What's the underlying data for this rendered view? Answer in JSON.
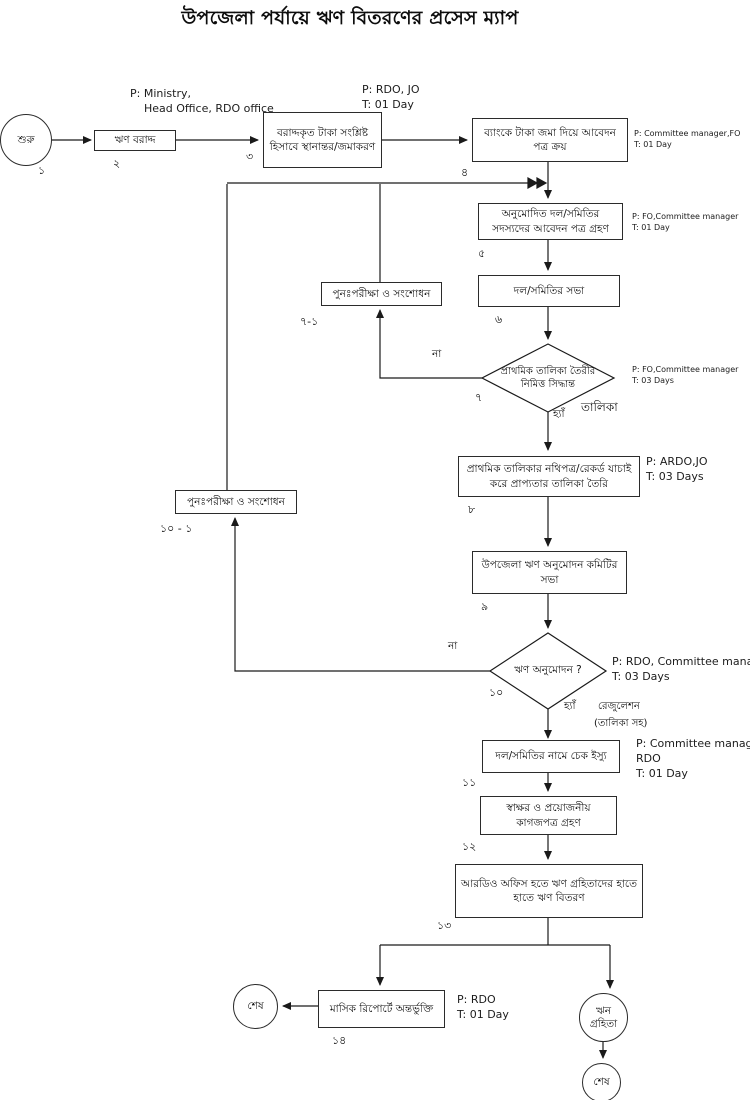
{
  "title": "উপজেলা পর্যায়ে ঋণ বিতরণের প্রসেস ম্যাপ",
  "nodes": {
    "start": {
      "text": "শুরু",
      "num": "১"
    },
    "allocation": {
      "text": "ঋণ বরাদ্দ",
      "num": "২"
    },
    "transfer": {
      "text": "বরাদ্দকৃত টাকা সংশ্লিষ্ট হিসাবে স্থানান্তর/জমাকরণ",
      "num": "৩"
    },
    "purchase": {
      "text": "ব্যাংকে টাকা জমা দিয়ে আবেদন পত্র ক্রয়",
      "num": "৪"
    },
    "receive_apps": {
      "text": "অনুমোদিত দল/সমিতির সদস্যদের আবেদন পত্র গ্রহণ",
      "num": "৫"
    },
    "group_meeting": {
      "text": "দল/সমিতির সভা",
      "num": "৬"
    },
    "decision_list": {
      "text": "প্রাথমিক তালিকা তৈরীর নিমিত্ত সিদ্ধান্ত",
      "num": "৭"
    },
    "recheck_top": {
      "text": "পুনঃপরীক্ষা ও সংশোধন",
      "num": "৭-১"
    },
    "verify": {
      "text": "প্রাথমিক তালিকার নথিপত্র/রেকর্ড যাচাই করে প্রাপ্যতার তালিকা তৈরি",
      "num": "৮"
    },
    "committee_meeting": {
      "text": "উপজেলা ঋণ অনুমোদন কমিটির সভা",
      "num": "৯"
    },
    "decision_approve": {
      "text": "ঋণ অনুমোদন ?",
      "num": "১০"
    },
    "recheck_mid": {
      "text": "পুনঃপরীক্ষা ও সংশোধন",
      "num": "১০ - ১"
    },
    "cheque_issue": {
      "text": "দল/সমিতির নামে চেক ইস্যু",
      "num": "১১"
    },
    "signature": {
      "text": "স্বাক্ষর ও প্রয়োজনীয় কাগজপত্র গ্রহণ",
      "num": "১২"
    },
    "distribution": {
      "text": "আরডিও অফিস হতে ঋণ  গ্রহিতাদের হাতে হাতে ঋণ  বিতরণ",
      "num": "১৩"
    },
    "monthly_report": {
      "text": "মাসিক রিপোর্টে অন্তর্ভুক্তি",
      "num": "১৪"
    },
    "end_left": {
      "text": "শেষ"
    },
    "recipient": {
      "line1": "ঋন",
      "line2": "গ্রহিতা"
    },
    "end_bottom": {
      "text": "শেষ"
    }
  },
  "annotations": {
    "allocation": {
      "line1": "P:  Ministry,",
      "line2": "Head Office, RDO office"
    },
    "transfer": {
      "line1": "P:  RDO, JO",
      "line2": "T:  01 Day"
    },
    "purchase": {
      "line1": "P:  Committee manager,FO",
      "line2": "T:  01 Day"
    },
    "receive_apps": {
      "line1": "P:  FO,Committee manager",
      "line2": "T:  01 Day"
    },
    "decision_list": {
      "line1": "P:  FO,Committee manager",
      "line2": "T:  03 Days"
    },
    "verify": {
      "line1": "P: ARDO,JO",
      "line2": "T:  03 Days"
    },
    "decision_approve": {
      "line1": "P: RDO, Committee manager,",
      "line2": "T:  03 Days"
    },
    "cheque_issue": {
      "line1": "P: Committee manager,",
      "line2": "RDO",
      "line3": "T:  01 Day"
    },
    "monthly_report": {
      "line1": "P: RDO",
      "line2": "T:  01 Day"
    }
  },
  "edge_labels": {
    "d7_no": "না",
    "d7_yes": "হ্যাঁ",
    "d7_output": "তালিকা",
    "d10_no": "না",
    "d10_yes": "হ্যাঁ",
    "d10_output1": "রেজুলেশন",
    "d10_output2": "(তালিকা সহ)"
  },
  "colors": {
    "line": "#1a1a1a",
    "box_border": "#2b2b2b",
    "background": "#ffffff",
    "text": "#111111"
  }
}
